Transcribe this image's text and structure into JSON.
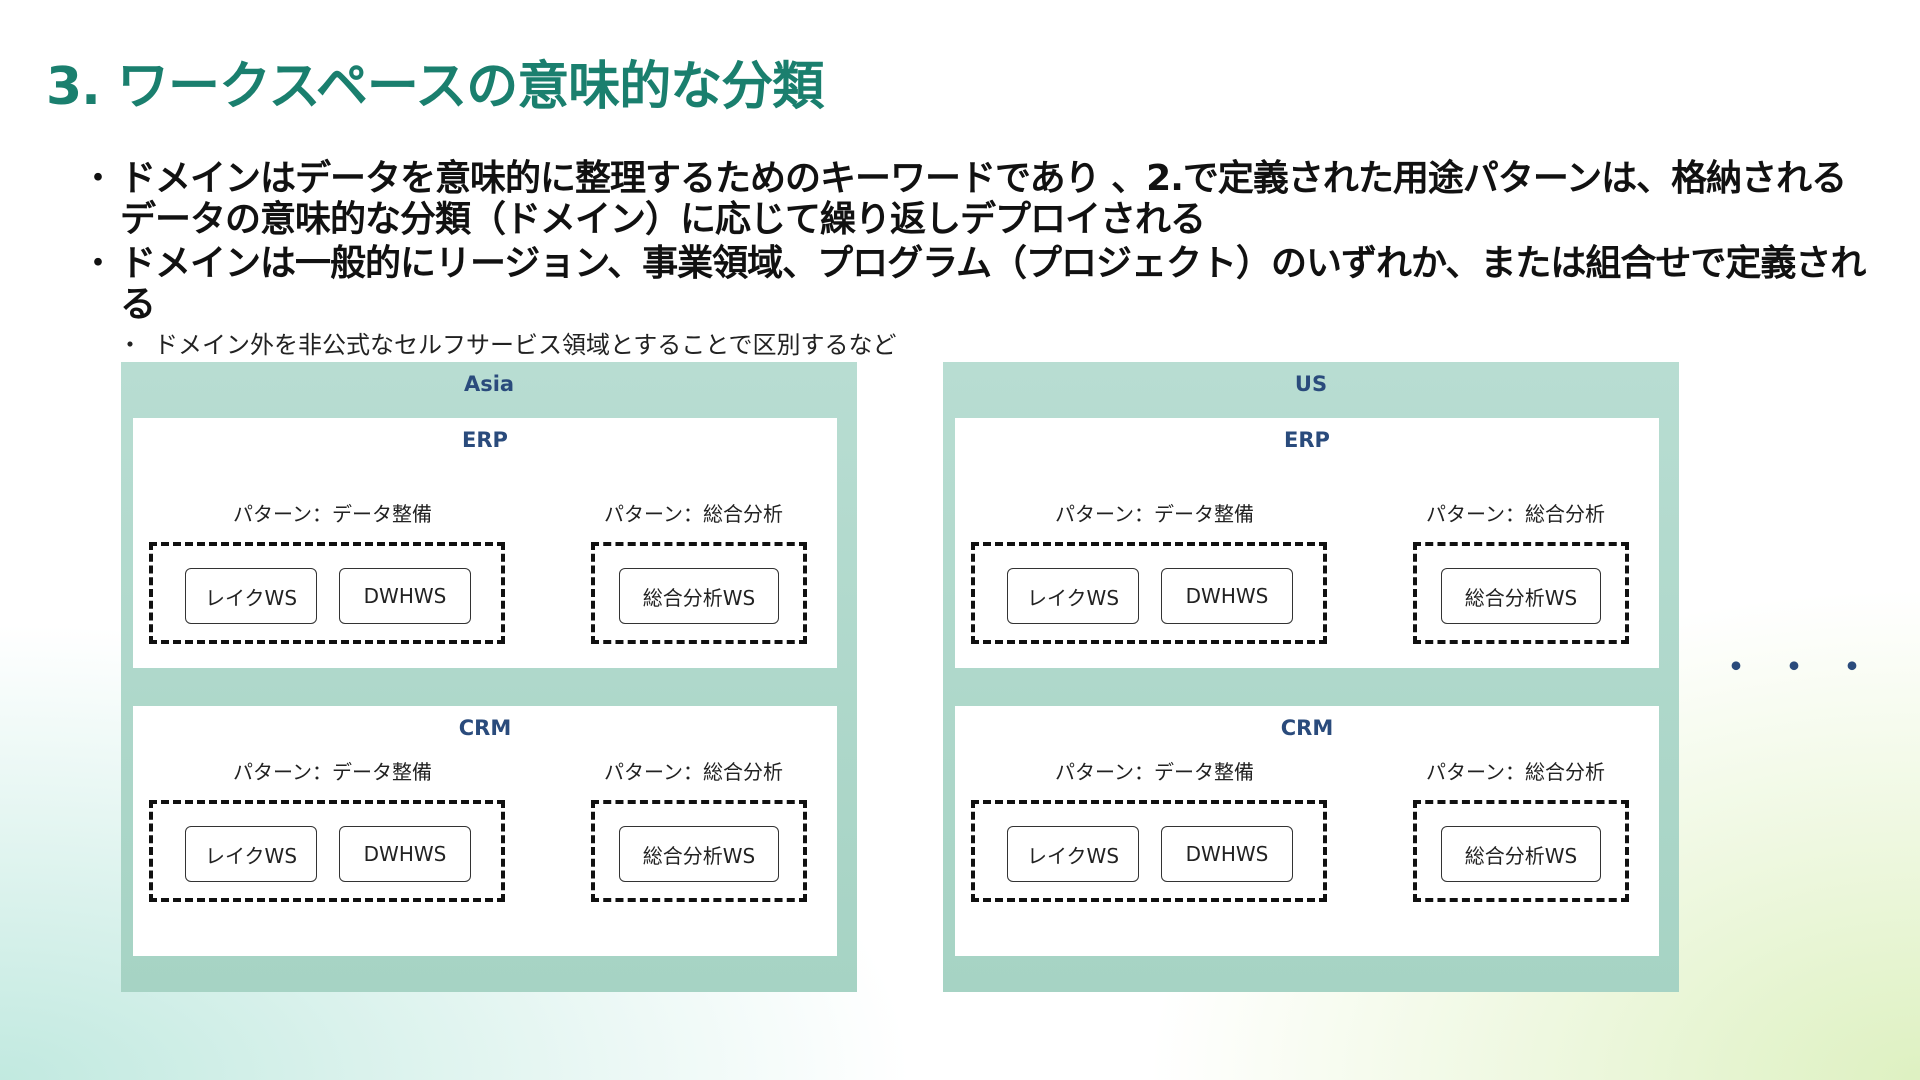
{
  "title": "3. ワークスペースの意味的な分類",
  "bullets": [
    {
      "bullet_char": "・",
      "text": "ドメインはデータを意味的に整理するためのキーワードであり 、2.で定義された用途パターンは、格納されるデータの意味的な分類（ドメイン）に応じて繰り返しデプロイされる"
    },
    {
      "bullet_char": "・",
      "text": "ドメインは一般的にリージョン、事業領域、プログラム（プロジェクト）のいずれか、または組合せで定義される"
    }
  ],
  "sub_bullet": {
    "bullet_char": "・",
    "text": "ドメイン外を非公式なセルフサービス領域とすることで区別するなど"
  },
  "regions": [
    {
      "label": "Asia",
      "domains": [
        {
          "label": "ERP",
          "pattern_data": {
            "label": "パターン：データ整備",
            "ws": [
              "レイクWS",
              "DWHWS"
            ]
          },
          "pattern_analysis": {
            "label": "パターン：総合分析",
            "ws": [
              "総合分析WS"
            ]
          }
        },
        {
          "label": "CRM",
          "pattern_data": {
            "label": "パターン：データ整備",
            "ws": [
              "レイクWS",
              "DWHWS"
            ]
          },
          "pattern_analysis": {
            "label": "パターン：総合分析",
            "ws": [
              "総合分析WS"
            ]
          }
        }
      ]
    },
    {
      "label": "US",
      "domains": [
        {
          "label": "ERP",
          "pattern_data": {
            "label": "パターン：データ整備",
            "ws": [
              "レイクWS",
              "DWHWS"
            ]
          },
          "pattern_analysis": {
            "label": "パターン：総合分析",
            "ws": [
              "総合分析WS"
            ]
          }
        },
        {
          "label": "CRM",
          "pattern_data": {
            "label": "パターン：データ整備",
            "ws": [
              "レイクWS",
              "DWHWS"
            ]
          },
          "pattern_analysis": {
            "label": "パターン：総合分析",
            "ws": [
              "総合分析WS"
            ]
          }
        }
      ]
    }
  ],
  "ellipsis": "・・・",
  "colors": {
    "title": "#1a7f6e",
    "region_bg": "#b8ddd2",
    "label": "#2a4b7c"
  }
}
